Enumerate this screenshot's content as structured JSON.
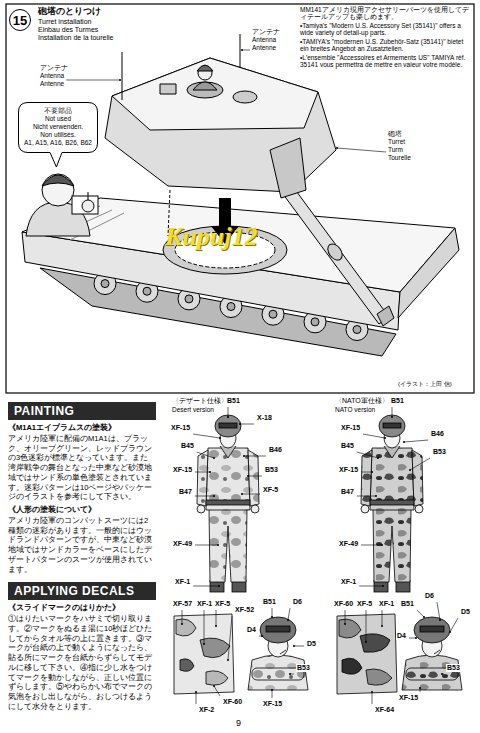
{
  "diagram": {
    "nodes": [
      {
        "text": [
          "15"
        ]
      },
      {
        "text": [
          "不要部品",
          "Not used",
          "Nicht verwenden.",
          "Non utilisés.",
          "A1, A15, A16, B26, B62"
        ]
      },
      {
        "text": [
          "PAINTING"
        ]
      },
      {
        "text": [
          "APPLYING DECALS"
        ]
      }
    ],
    "labels": [
      "砲塔のとりつけ",
      "Turret installation",
      "Einbau des Turmes",
      "Installation de la tourelle",
      "MM141アメリカ現用アクセサリーパーツを使用してディテールアップも楽しめます。",
      "•Tamiya's \"Modern U.S. Accessory Set (35141)\" offers a wide variety of detail-up parts.",
      "•TAMIYA's \"modernen U.S. Zubehör-Satz (35141)\" bietet ein breites Angebot an Zusatzteilen.",
      "•L'ensemble \"Accessoires et Armements US\" TAMIYA réf. 35141 vous permettra de mettre en valeur votre modèle.",
      "アンテナ",
      "Antenna",
      "Antenne",
      "アンテナ",
      "Antenna",
      "Antenne",
      "砲塔",
      "Turret",
      "Turm",
      "Tourelle",
      "Kupuj12",
      "(イラスト：上田 信)",
      "《M1A1エイブラムスの塗装》",
      "アメリカ陸軍に配備のM1A1は、ブラック、オリーブグリーン、レッドブラウンの3色迷彩が標準となっています。また湾岸戦争の舞台となった中東など砂漠地域ではサンド系の単色塗装とされています。迷彩パターンは10ページやパッケージのイラストを参考にして下さい。",
      "《人形の塗装について》",
      "アメリカ陸軍のコンバットスーツには2種類の迷彩があります。一般的にはウッドランドパターンですが、中東など砂漠地域ではサンドカラーをベースにしたデザートパターンのスーツが使用されています。",
      "《スライドマークのはりかた》",
      "①はりたいマークをハサミで切り取ります。②マークをぬるま湯に10秒ほどひたしてからタオル等の上に置きます。③マークが台紙の上で動くようになったら、貼る所にマークを台紙からずらしてモデルに移して下さい。④指に少し水をつけてマークを動かしながら、正しい位置にずらします。⑤やわらかい布でマークの気泡をおし出しながら、おしつけるようにして水分をとります。",
      "〈デザート仕様〉",
      "Desert version",
      "〈NATO軍仕様〉",
      "NATO version",
      "B51",
      "X-18",
      "XF-15",
      "B45",
      "B46",
      "XF-15",
      "B53",
      "XF-5",
      "B47",
      "XF-49",
      "XF-1",
      "B51",
      "XF-15",
      "B46",
      "B45",
      "B53",
      "XF-15",
      "B47",
      "XF-49",
      "XF-1",
      "XF-57",
      "XF-1",
      "XF-5",
      "XF-52",
      "B51",
      "D6",
      "D4",
      "D5",
      "B53",
      "XF-2",
      "XF-60",
      "XF-15",
      "XF-60",
      "XF-5",
      "XF-1",
      "B51",
      "D6",
      "D5",
      "D4",
      "B53",
      "XF-15",
      "XF-64",
      "9"
    ]
  }
}
